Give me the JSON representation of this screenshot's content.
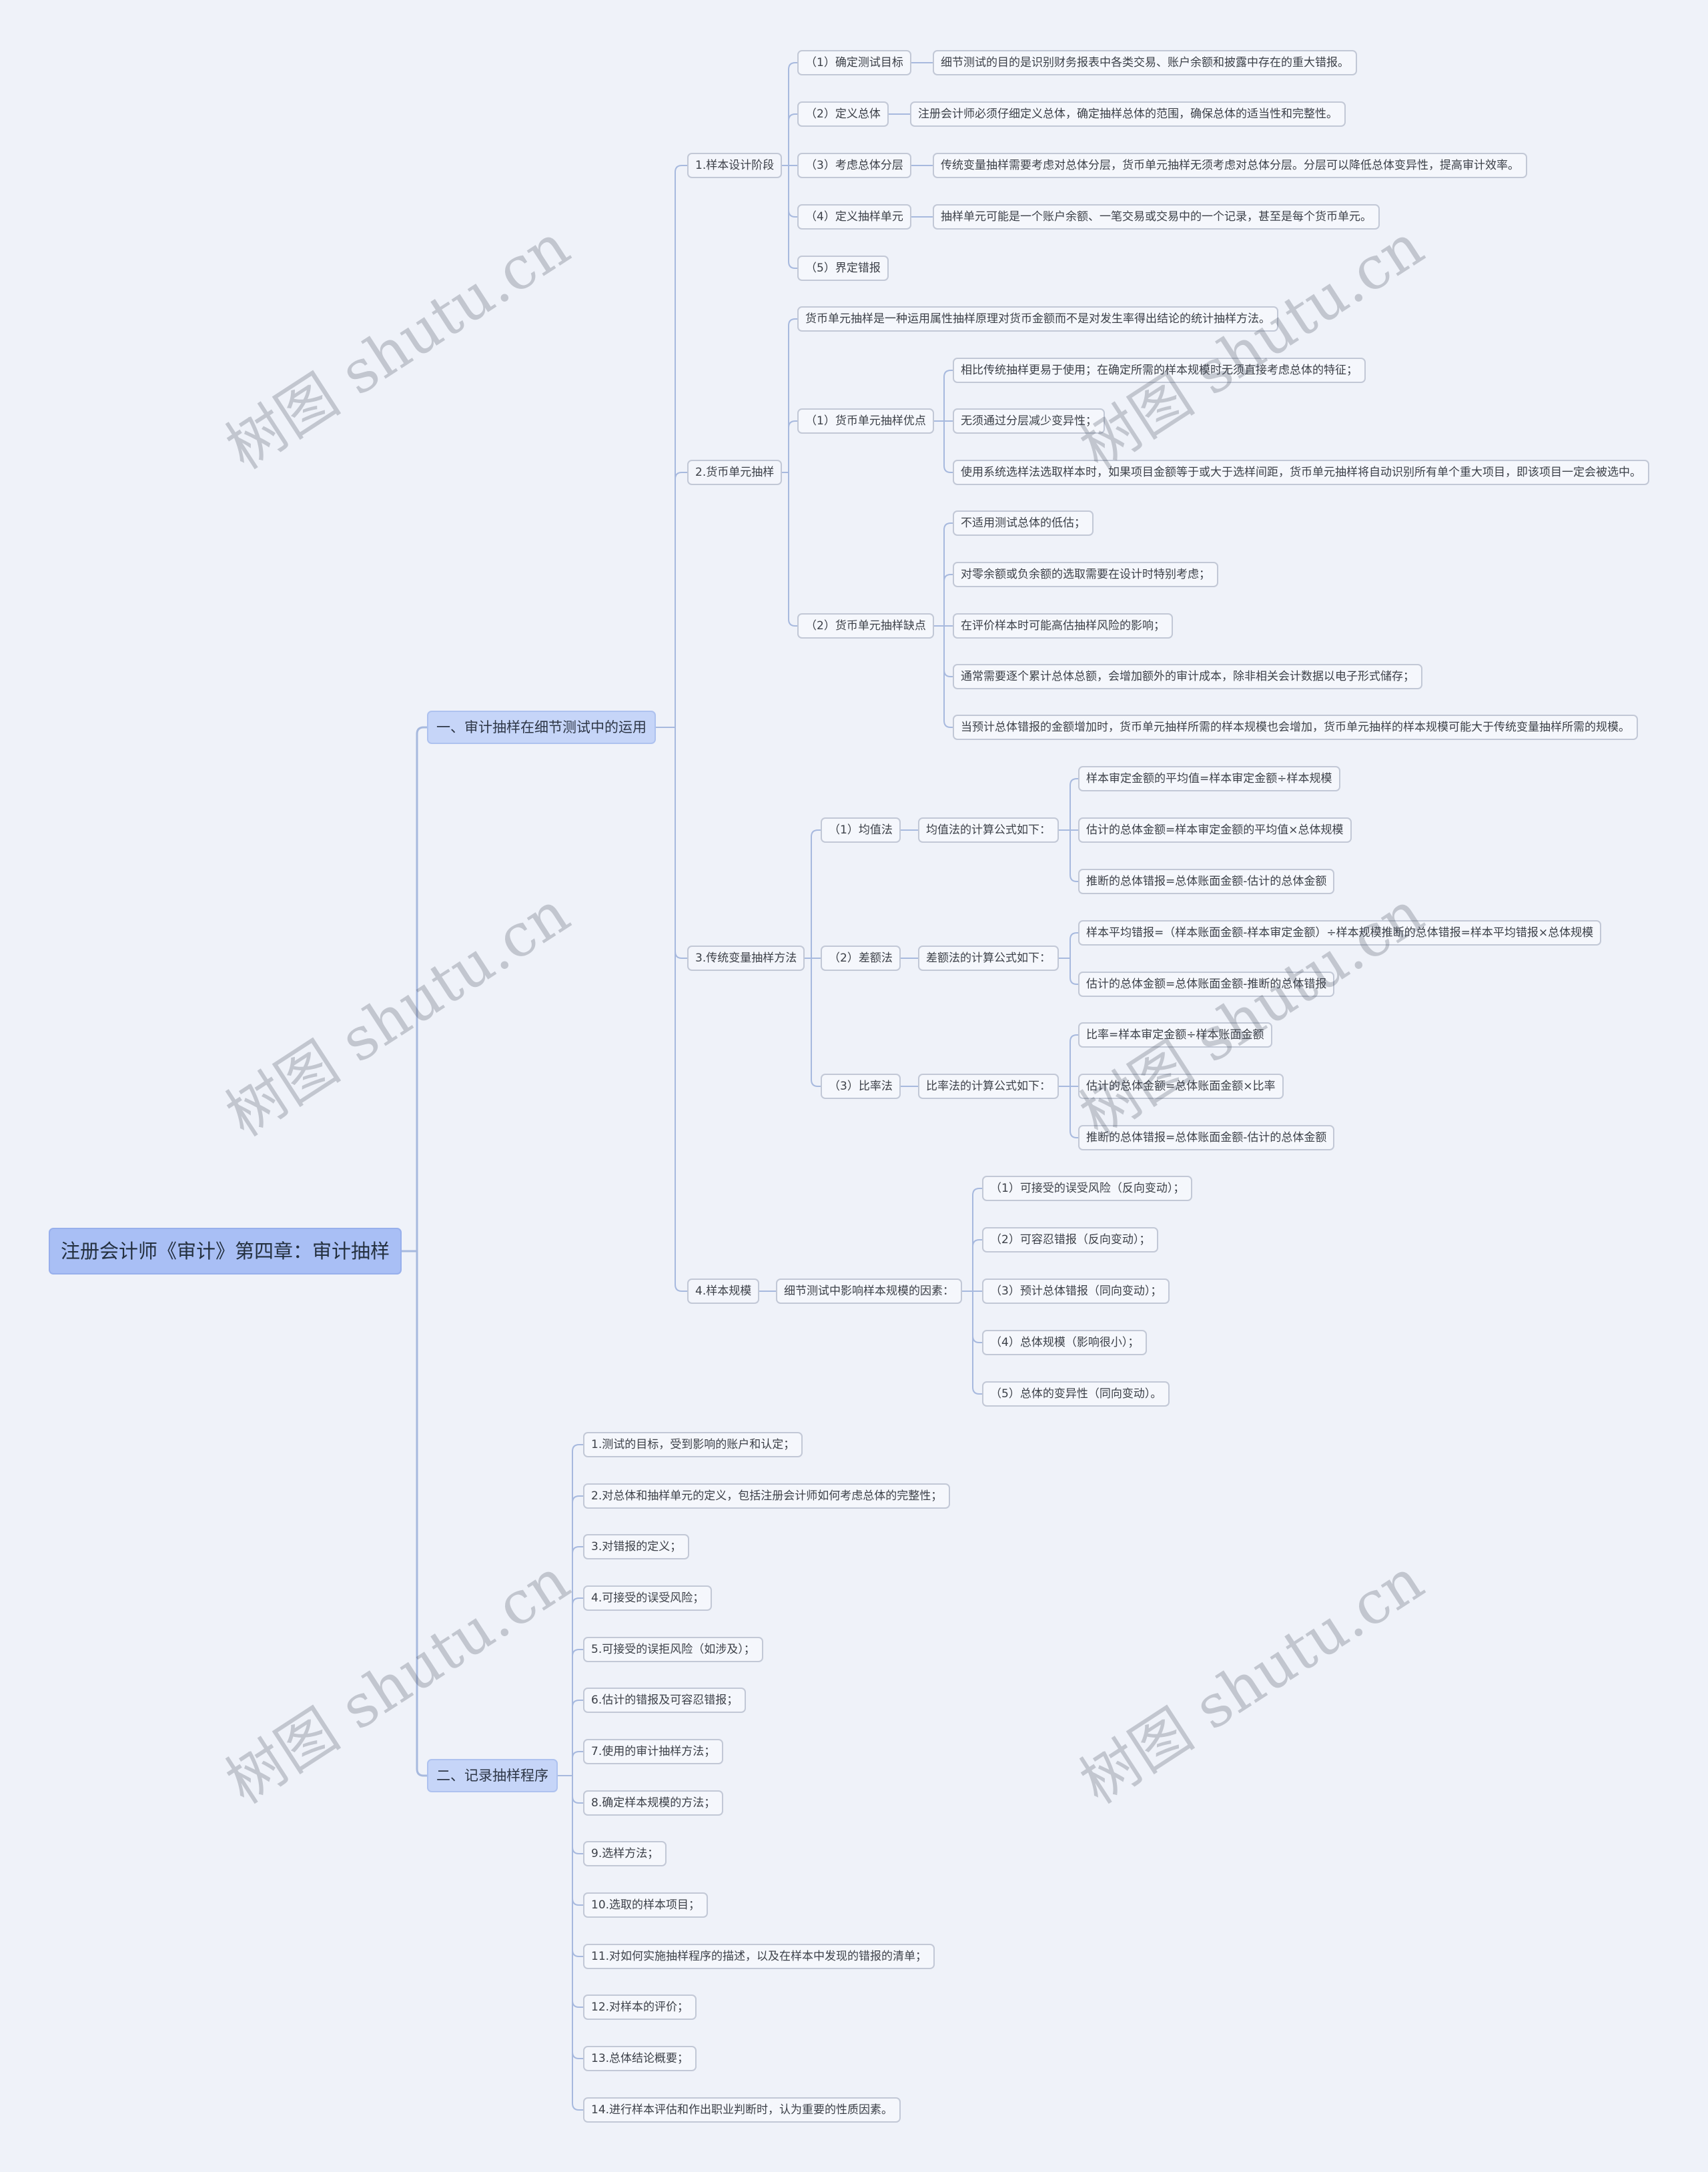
{
  "title": "注册会计师《审计》第四章：审计抽样",
  "branches": {
    "one": {
      "label": "一、审计抽样在细节测试中的运用",
      "design": {
        "label": "1.样本设计阶段",
        "items": [
          {
            "label": "（1）确定测试目标",
            "detail": "细节测试的目的是识别财务报表中各类交易、账户余额和披露中存在的重大错报。"
          },
          {
            "label": "（2）定义总体",
            "detail": "注册会计师必须仔细定义总体，确定抽样总体的范围，确保总体的适当性和完整性。"
          },
          {
            "label": "（3）考虑总体分层",
            "detail": "传统变量抽样需要考虑对总体分层，货币单元抽样无须考虑对总体分层。分层可以降低总体变异性，提高审计效率。"
          },
          {
            "label": "（4）定义抽样单元",
            "detail": "抽样单元可能是一个账户余额、一笔交易或交易中的一个记录，甚至是每个货币单元。"
          },
          {
            "label": "（5）界定错报"
          }
        ]
      },
      "mus": {
        "label": "2.货币单元抽样",
        "definition": "货币单元抽样是一种运用属性抽样原理对货币金额而不是对发生率得出结论的统计抽样方法。",
        "advantages": {
          "label": "（1）货币单元抽样优点",
          "items": [
            "相比传统抽样更易于使用；在确定所需的样本规模时无须直接考虑总体的特征；",
            "无须通过分层减少变异性；",
            "使用系统选样法选取样本时，如果项目金额等于或大于选样间距，货币单元抽样将自动识别所有单个重大项目，即该项目一定会被选中。"
          ]
        },
        "disadvantages": {
          "label": "（2）货币单元抽样缺点",
          "items": [
            "不适用测试总体的低估；",
            "对零余额或负余额的选取需要在设计时特别考虑；",
            "在评价样本时可能高估抽样风险的影响；",
            "通常需要逐个累计总体总额，会增加额外的审计成本，除非相关会计数据以电子形式储存；",
            "当预计总体错报的金额增加时，货币单元抽样所需的样本规模也会增加，货币单元抽样的样本规模可能大于传统变量抽样所需的规模。"
          ]
        }
      },
      "traditional": {
        "label": "3.传统变量抽样方法",
        "methods": [
          {
            "label": "（1）均值法",
            "formula_label": "均值法的计算公式如下：",
            "formulas": [
              "样本审定金额的平均值=样本审定金额÷样本规模",
              "估计的总体金额=样本审定金额的平均值×总体规模",
              "推断的总体错报=总体账面金额-估计的总体金额"
            ]
          },
          {
            "label": "（2）差额法",
            "formula_label": "差额法的计算公式如下：",
            "formulas": [
              "样本平均错报=（样本账面金额-样本审定金额）÷样本规模推断的总体错报=样本平均错报×总体规模",
              "估计的总体金额=总体账面金额-推断的总体错报"
            ]
          },
          {
            "label": "（3）比率法",
            "formula_label": "比率法的计算公式如下：",
            "formulas": [
              "比率=样本审定金额÷样本账面金额",
              "估计的总体金额=总体账面金额×比率",
              "推断的总体错报=总体账面金额-估计的总体金额"
            ]
          }
        ]
      },
      "size": {
        "label": "4.样本规模",
        "factors_label": "细节测试中影响样本规模的因素：",
        "factors": [
          "（1）可接受的误受风险（反向变动）；",
          "（2）可容忍错报（反向变动）；",
          "（3）预计总体错报（同向变动）；",
          "（4）总体规模（影响很小）；",
          "（5）总体的变异性（同向变动）。"
        ]
      }
    },
    "two": {
      "label": "二、记录抽样程序",
      "items": [
        "1.测试的目标，受到影响的账户和认定；",
        "2.对总体和抽样单元的定义，包括注册会计师如何考虑总体的完整性；",
        "3.对错报的定义；",
        "4.可接受的误受风险；",
        "5.可接受的误拒风险（如涉及）；",
        "6.估计的错报及可容忍错报；",
        "7.使用的审计抽样方法；",
        "8.确定样本规模的方法；",
        "9.选样方法；",
        "10.选取的样本项目；",
        "11.对如何实施抽样程序的描述，以及在样本中发现的错报的清单；",
        "12.对样本的评价；",
        "13.总体结论概要；",
        "14.进行样本评估和作出职业判断时，认为重要的性质因素。"
      ]
    }
  },
  "watermark": "树图 shutu.cn",
  "colors": {
    "background": "#eff2f9",
    "root": "#a9bff5",
    "branch": "#c6d5f8",
    "line": "#a7b9de",
    "node_border": "#c2c8d6"
  }
}
